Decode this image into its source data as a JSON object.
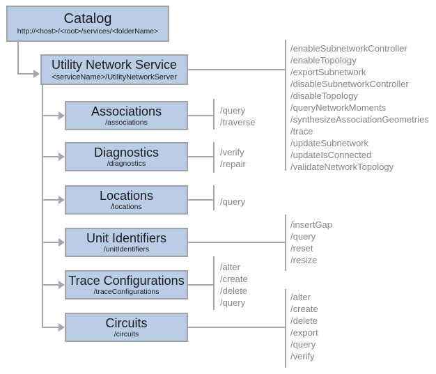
{
  "colors": {
    "background": "#ffffff",
    "box_fill": "#b9cde6",
    "box_border": "#a3a3a3",
    "line": "#a6a6a6",
    "title_text": "#1b1b1b",
    "ops_text": "#858585"
  },
  "catalog": {
    "title": "Catalog",
    "subtitle": "http://<host>/<root>/services/<folderName>"
  },
  "service": {
    "title": "Utility Network Service",
    "subtitle": "<serviceName>/UtilityNetworkServer",
    "operations": [
      "/enableSubnetworkController",
      "/enableTopology",
      "/exportSubnetwork",
      "/disableSubnetworkController",
      "/disableTopology",
      "/queryNetworkMoments",
      "/synthesizeAssociationGeometries",
      "/trace",
      "/updateSubnetwork",
      "/updateIsConnected",
      "/validateNetworkTopology"
    ]
  },
  "resources": [
    {
      "title": "Associations",
      "subtitle": "/associations",
      "operations": [
        "/query",
        "/traverse"
      ]
    },
    {
      "title": "Diagnostics",
      "subtitle": "/diagnostics",
      "operations": [
        "/verify",
        "/repair"
      ]
    },
    {
      "title": "Locations",
      "subtitle": "/locations",
      "operations": [
        "/query"
      ]
    },
    {
      "title": "Unit Identifiers",
      "subtitle": "/unitIdentifiers",
      "operations": [
        "/insertGap",
        "/query",
        "/reset",
        "/resize"
      ]
    },
    {
      "title": "Trace Configurations",
      "subtitle": "/traceConfigurations",
      "operations": [
        "/alter",
        "/create",
        "/delete",
        "/query"
      ]
    },
    {
      "title": "Circuits",
      "subtitle": "/circuits",
      "operations": [
        "/alter",
        "/create",
        "/delete",
        "/export",
        "/query",
        "/verify"
      ]
    }
  ]
}
